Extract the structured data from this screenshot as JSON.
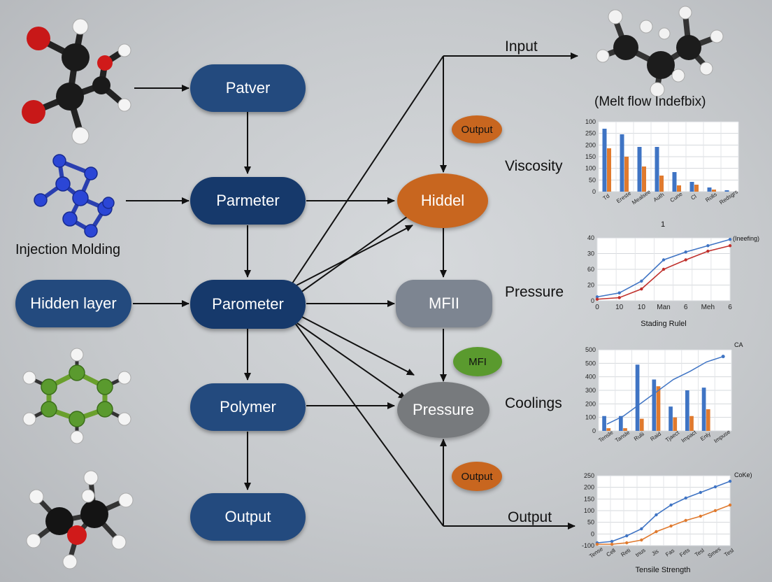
{
  "nodes": {
    "patver": "Patver",
    "parmeter": "Parmeter",
    "parometer": "Parometer",
    "polymer": "Polymer",
    "output": "Output",
    "hidden_layer": "Hidden layer",
    "hiddel": "Hiddel",
    "mfii": "MFII",
    "pressure": "Pressure"
  },
  "badges": {
    "output_top": "Output",
    "mfi": "MFI",
    "output_bottom": "Output"
  },
  "labels": {
    "injection_molding": "Injection Molding",
    "input": "Input",
    "viscosity": "Viscosity",
    "pressure": "Pressure",
    "coolings": "Coolings",
    "output": "Output",
    "melt_flow": "(Melt flow Indefbix)"
  },
  "colors": {
    "node_dark": "#16396b",
    "hiddel": "#c8661f",
    "grey_node": "#7d8591",
    "pressure_node": "#777a7d",
    "badge_orange": "#c8661f",
    "badge_green": "#5a9a2e",
    "series_blue": "#3f74c4",
    "series_orange": "#e07a2e",
    "series_red": "#c0302c"
  },
  "chart_data": [
    {
      "type": "bar",
      "categories": [
        "Td",
        "Ereste",
        "Mealsee",
        "Auth",
        "Cune",
        "Cl",
        "Rolis",
        "Redsgrs"
      ],
      "series": [
        {
          "values": [
            90,
            82,
            64,
            64,
            28,
            14,
            6,
            2
          ]
        },
        {
          "values": [
            62,
            50,
            36,
            23,
            9,
            10,
            3,
            0
          ]
        }
      ],
      "ylim": [
        0,
        100
      ],
      "yticks": [
        "0",
        "50",
        "100",
        "150",
        "200",
        "250",
        "100"
      ],
      "xlabel": "1"
    },
    {
      "type": "line",
      "categories": [
        "0",
        "10",
        "10",
        "Man",
        "6",
        "Meh",
        "6"
      ],
      "series": [
        {
          "values": [
            5,
            10,
            25,
            52,
            62,
            70,
            78
          ]
        },
        {
          "values": [
            2,
            4,
            15,
            40,
            52,
            63,
            70
          ]
        }
      ],
      "ylim": [
        0,
        80
      ],
      "yticks": [
        "0",
        "20",
        "60",
        "30",
        "40"
      ],
      "xlabel": "Stading Rulel",
      "annotation": "(Ineefing)"
    },
    {
      "type": "bar",
      "categories": [
        "Tensle",
        "Tansle",
        "Rulii",
        "Raid",
        "Tjaect",
        "Impact",
        "Enly",
        "Impuse"
      ],
      "series": [
        {
          "values": [
            110,
            110,
            490,
            380,
            180,
            300,
            320,
            0
          ]
        },
        {
          "values": [
            20,
            20,
            90,
            330,
            100,
            110,
            160,
            0
          ]
        }
      ],
      "line": [
        50,
        110,
        200,
        290,
        380,
        440,
        510,
        550
      ],
      "ylim": [
        0,
        600
      ],
      "yticks": [
        "0",
        "100",
        "200",
        "300",
        "400",
        "500",
        "500"
      ],
      "annotation": "CA"
    },
    {
      "type": "line",
      "categories": [
        "Tense",
        "Cell",
        "Reti",
        "tnus",
        "Jis",
        "Fas",
        "Fets",
        "Tesl",
        "Smes",
        "Tesl"
      ],
      "series": [
        {
          "values": [
            10,
            15,
            35,
            60,
            110,
            145,
            170,
            190,
            210,
            230
          ]
        },
        {
          "values": [
            5,
            5,
            10,
            20,
            50,
            70,
            90,
            105,
            125,
            145
          ]
        }
      ],
      "ylim": [
        0,
        250
      ],
      "yticks": [
        "-100",
        "0",
        "50",
        "100",
        "150",
        "200",
        "250"
      ],
      "xlabel": "Tensile Strength",
      "annotation": "CoKe)"
    }
  ]
}
